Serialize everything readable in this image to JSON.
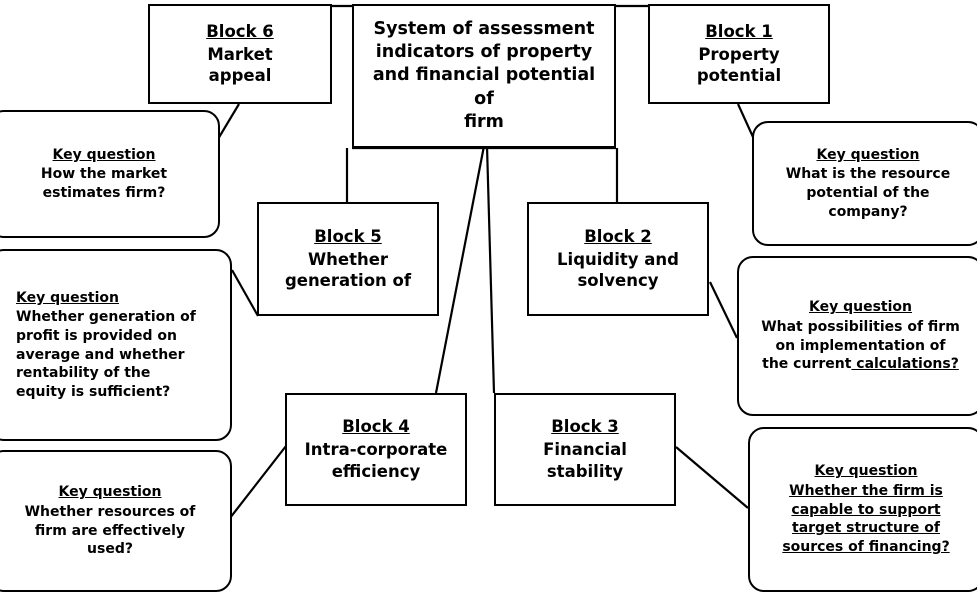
{
  "diagram": {
    "title": "System of assessment indicators of property and financial potential of firm",
    "center": {
      "lines": [
        "System of assessment",
        "indicators of property",
        "and financial potential of",
        "firm"
      ]
    },
    "blocks": [
      {
        "id": "block6",
        "title": "Block 6",
        "lines": [
          "Market",
          "appeal"
        ]
      },
      {
        "id": "block1",
        "title": "Block 1",
        "lines": [
          "Property",
          "potential"
        ]
      },
      {
        "id": "block5",
        "title": "Block 5",
        "lines": [
          "Whether",
          "generation of"
        ]
      },
      {
        "id": "block2",
        "title": "Block 2",
        "lines": [
          "Liquidity and",
          "solvency"
        ]
      },
      {
        "id": "block4",
        "title": "Block 4",
        "lines": [
          "Intra-corporate",
          "efficiency"
        ]
      },
      {
        "id": "block3",
        "title": "Block 3",
        "lines": [
          "Financial",
          "stability"
        ]
      }
    ],
    "questions": [
      {
        "id": "q-market",
        "title": "Key question",
        "lines": [
          "How the market",
          "estimates firm?"
        ]
      },
      {
        "id": "q-profit",
        "title": "Key question",
        "lines": [
          "Whether generation of",
          "profit is provided on",
          "average and whether",
          "rentability of the",
          "equity is sufficient?"
        ]
      },
      {
        "id": "q-resources",
        "title": "Key question",
        "lines": [
          "Whether resources of",
          "firm are effectively",
          "used?"
        ]
      },
      {
        "id": "q-potential",
        "title": "Key question",
        "lines": [
          "What is the resource",
          "potential of the",
          "company?"
        ]
      },
      {
        "id": "q-calculations",
        "title": "Key question",
        "lines": [
          "What possibilities of firm",
          "on implementation of"
        ],
        "last_line_plain": "the current",
        "last_line_underlined": " calculations?"
      },
      {
        "id": "q-financing",
        "title": "Key question",
        "lines": [
          "Whether the firm is",
          "capable to support",
          "target structure of",
          "sources of financing?"
        ]
      }
    ],
    "colors": {
      "stroke": "#000000",
      "fill": "#ffffff",
      "text": "#000000"
    }
  }
}
